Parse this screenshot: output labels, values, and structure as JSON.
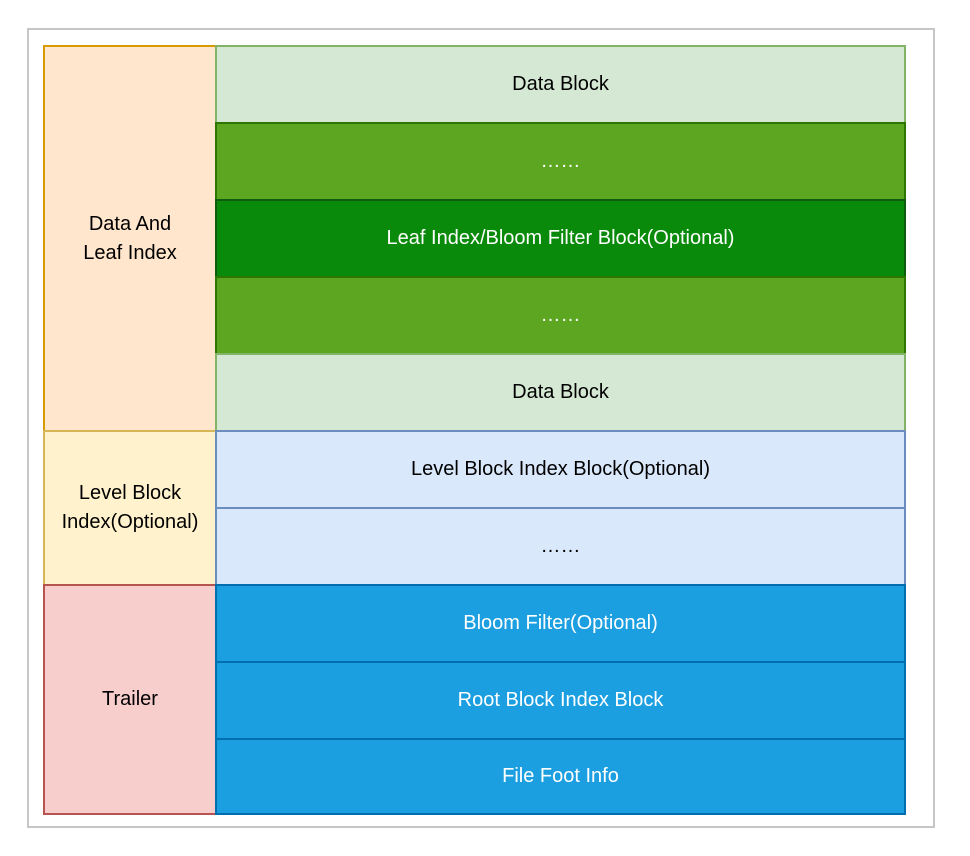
{
  "diagram": {
    "frame_border_color": "#c6c6c6",
    "background_color": "#ffffff",
    "left_sections": [
      {
        "label": "Data And\nLeaf Index",
        "fill": "#ffe6cc",
        "stroke": "#d79b00",
        "text_color": "#000000"
      },
      {
        "label": "Level Block\nIndex(Optional)",
        "fill": "#fff2cc",
        "stroke": "#d6b656",
        "text_color": "#000000"
      },
      {
        "label": "Trailer",
        "fill": "#f8cecc",
        "stroke": "#b85450",
        "text_color": "#000000"
      }
    ],
    "rows": [
      {
        "label": "Data Block",
        "fill": "#d5e8d4",
        "stroke": "#82b366",
        "text_color": "#000000"
      },
      {
        "label": "……",
        "fill": "#5da622",
        "stroke": "#2d7600",
        "text_color": "#ffffff"
      },
      {
        "label": "Leaf Index/Bloom Filter Block(Optional)",
        "fill": "#0a8a0a",
        "stroke": "#0e5c0e",
        "text_color": "#ffffff"
      },
      {
        "label": "……",
        "fill": "#5da622",
        "stroke": "#2d7600",
        "text_color": "#ffffff"
      },
      {
        "label": "Data Block",
        "fill": "#d5e8d4",
        "stroke": "#82b366",
        "text_color": "#000000"
      },
      {
        "label": "Level Block Index Block(Optional)",
        "fill": "#dae8fc",
        "stroke": "#6c8ebf",
        "text_color": "#000000"
      },
      {
        "label": "……",
        "fill": "#dae8fc",
        "stroke": "#6c8ebf",
        "text_color": "#000000"
      },
      {
        "label": "Bloom Filter(Optional)",
        "fill": "#1b9fe0",
        "stroke": "#006eaf",
        "text_color": "#ffffff"
      },
      {
        "label": "Root Block Index Block",
        "fill": "#1b9fe0",
        "stroke": "#006eaf",
        "text_color": "#ffffff"
      },
      {
        "label": "File Foot Info",
        "fill": "#1b9fe0",
        "stroke": "#006eaf",
        "text_color": "#ffffff"
      }
    ]
  }
}
